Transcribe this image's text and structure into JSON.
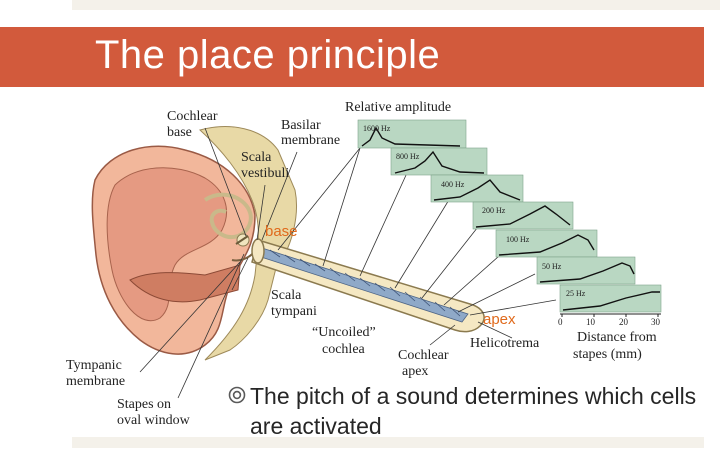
{
  "slide": {
    "title": "The place principle",
    "bullet": "The pitch of a sound determines which cells are activated",
    "colors": {
      "title_bar": "#d25a3c",
      "highlight": "#e06a1c",
      "panel": "#b9d7c2"
    }
  },
  "figure": {
    "labels": {
      "cochlear_base": [
        "Cochlear",
        "base"
      ],
      "basilar_membrane": [
        "Basilar",
        "membrane"
      ],
      "scala_vestibuli": [
        "Scala",
        "vestibuli"
      ],
      "relative_amplitude": "Relative amplitude",
      "base_highlight": "base",
      "apex_highlight": "apex",
      "scala_tympani": [
        "Scala",
        "tympani"
      ],
      "uncoiled_cochlea": [
        "“Uncoiled”",
        "cochlea"
      ],
      "cochlear_apex": [
        "Cochlear",
        "apex"
      ],
      "helicotrema": "Helicotrema",
      "tympanic_membrane": [
        "Tympanic",
        "membrane"
      ],
      "stapes": [
        "Stapes on",
        "oval window"
      ],
      "distance": [
        "Distance from",
        "stapes (mm)"
      ]
    },
    "panels": [
      "1600 Hz",
      "800 Hz",
      "400 Hz",
      "200 Hz",
      "100 Hz",
      "50 Hz",
      "25 Hz"
    ],
    "axis_ticks": [
      "0",
      "10",
      "20",
      "30"
    ],
    "icons": {
      "bullet": "target-bullet-icon"
    }
  }
}
